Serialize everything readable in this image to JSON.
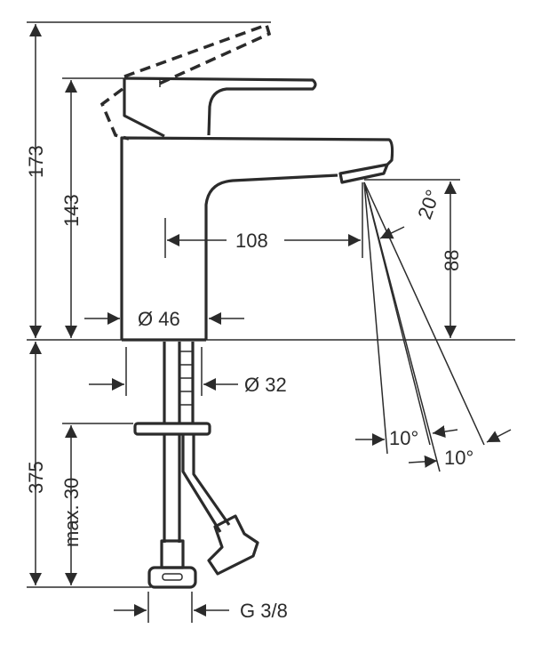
{
  "drawing": {
    "dimensions": {
      "total_height": "173",
      "body_height": "143",
      "spout_reach": "108",
      "body_diameter": "Ø 46",
      "spout_height": "88",
      "spray_angle": "20°",
      "shank_diameter": "Ø 32",
      "below_height": "375",
      "max_thickness": "max. 30",
      "angle_a": "10°",
      "angle_b": "10°",
      "connection": "G 3/8"
    }
  }
}
